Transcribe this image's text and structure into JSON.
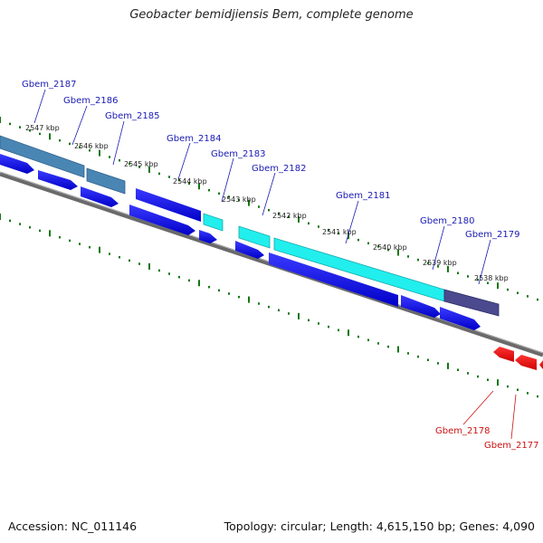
{
  "title": "Geobacter bemidjiensis Bem, complete genome",
  "footer": {
    "accession": "Accession: NC_011146",
    "topology": "Topology: circular; Length: 4,615,150 bp; Genes: 4,090"
  },
  "colors": {
    "gene_plus": "#0a0ae6",
    "gene_minus": "#ee1111",
    "cds_steel": "#4a86b4",
    "cds_cyan": "#22eeee",
    "cds_purple": "#4b4a8e",
    "ticks": "#117711",
    "label_blue": "#1a1ab4",
    "label_red": "#cc1111"
  },
  "kbp_labels": [
    "2547 kbp",
    "2546 kbp",
    "2545 kbp",
    "2544 kbp",
    "2543 kbp",
    "2542 kbp",
    "2541 kbp",
    "2540 kbp",
    "2539 kbp",
    "2538 kbp"
  ],
  "gene_labels_top": [
    "Gbem_2187",
    "Gbem_2186",
    "Gbem_2185",
    "Gbem_2184",
    "Gbem_2183",
    "Gbem_2182",
    "Gbem_2181",
    "Gbem_2180",
    "Gbem_2179"
  ],
  "gene_labels_bottom": [
    "Gbem_2178",
    "Gbem_2177"
  ]
}
